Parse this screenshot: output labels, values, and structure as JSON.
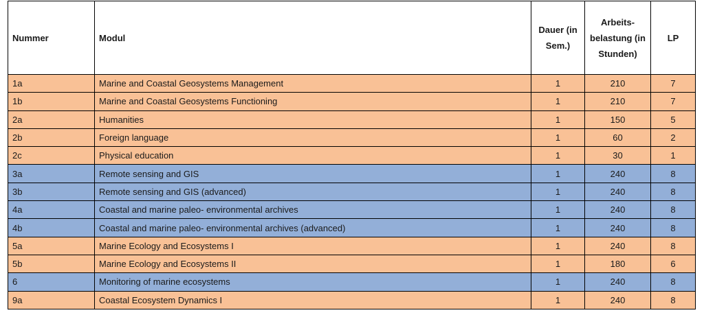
{
  "headers": {
    "nummer": "Nummer",
    "modul": "Modul",
    "dauer": "Dauer (in Sem.)",
    "arbeitsbelastung": "Arbeits-belastung (in Stunden)",
    "lp": "LP"
  },
  "row_colors": {
    "orange": "#f9c196",
    "blue": "#93afd8"
  },
  "rows": [
    {
      "nummer": "1a",
      "modul": "Marine and Coastal Geosystems Management",
      "dauer": "1",
      "stunden": "210",
      "lp": "7",
      "color": "orange"
    },
    {
      "nummer": "1b",
      "modul": "Marine and Coastal Geosystems Functioning",
      "dauer": "1",
      "stunden": "210",
      "lp": "7",
      "color": "orange"
    },
    {
      "nummer": "2a",
      "modul": "Humanities",
      "dauer": "1",
      "stunden": "150",
      "lp": "5",
      "color": "orange"
    },
    {
      "nummer": "2b",
      "modul": "Foreign language",
      "dauer": "1",
      "stunden": "60",
      "lp": "2",
      "color": "orange"
    },
    {
      "nummer": "2c",
      "modul": "Physical education",
      "dauer": "1",
      "stunden": "30",
      "lp": "1",
      "color": "orange"
    },
    {
      "nummer": "3a",
      "modul": "Remote sensing and GIS",
      "dauer": "1",
      "stunden": "240",
      "lp": "8",
      "color": "blue"
    },
    {
      "nummer": "3b",
      "modul": "Remote sensing and GIS (advanced)",
      "dauer": "1",
      "stunden": "240",
      "lp": "8",
      "color": "blue"
    },
    {
      "nummer": "4a",
      "modul": "Coastal and marine paleo- environmental archives",
      "dauer": "1",
      "stunden": "240",
      "lp": "8",
      "color": "blue"
    },
    {
      "nummer": "4b",
      "modul": "Coastal and marine paleo- environmental archives (advanced)",
      "dauer": "1",
      "stunden": "240",
      "lp": "8",
      "color": "blue"
    },
    {
      "nummer": "5a",
      "modul": "Marine Ecology and Ecosystems I",
      "dauer": "1",
      "stunden": "240",
      "lp": "8",
      "color": "orange"
    },
    {
      "nummer": "5b",
      "modul": "Marine Ecology and Ecosystems II",
      "dauer": "1",
      "stunden": "180",
      "lp": "6",
      "color": "orange"
    },
    {
      "nummer": "6",
      "modul": "Monitoring of marine ecosystems",
      "dauer": "1",
      "stunden": "240",
      "lp": "8",
      "color": "blue"
    },
    {
      "nummer": "9a",
      "modul": "Coastal Ecosystem Dynamics I",
      "dauer": "1",
      "stunden": "240",
      "lp": "8",
      "color": "orange"
    }
  ]
}
